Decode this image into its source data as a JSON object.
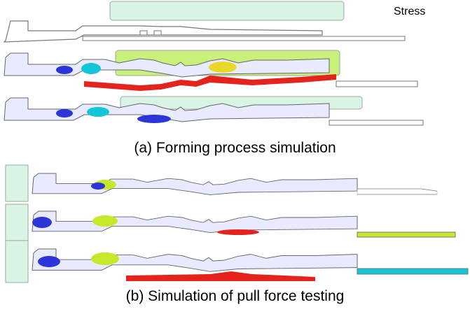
{
  "legend": {
    "label": "Stress"
  },
  "captions": {
    "forming": "(a) Forming process simulation",
    "pull_test": "(b) Simulation of pull force testing"
  },
  "colors": {
    "die": "#d9f3e4",
    "die_stroke": "#9aa89f",
    "outline": "#7a7a7a",
    "low_stress": "#e8ebff",
    "mid_low": "#2b35d8",
    "mid": "#11c6d6",
    "mid_high": "#c4e82a",
    "high": "#e4231c"
  }
}
